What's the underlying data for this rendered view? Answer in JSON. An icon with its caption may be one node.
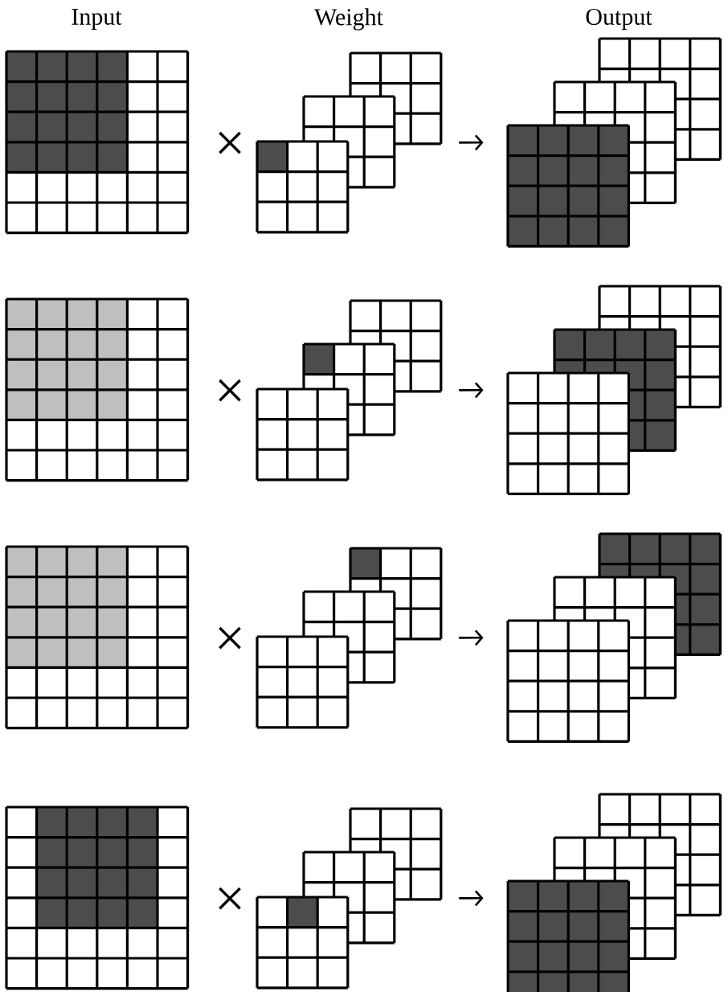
{
  "diagram": {
    "nodes": [
      {
        "text": [],
        "shape": "grid"
      },
      {
        "text": [],
        "shape": "grid"
      },
      {
        "text": [],
        "shape": "grid"
      },
      {
        "text": [],
        "shape": "grid"
      },
      {
        "text": [],
        "shape": "grid"
      },
      {
        "text": [],
        "shape": "grid"
      },
      {
        "text": [],
        "shape": "grid"
      },
      {
        "text": [],
        "shape": "grid"
      },
      {
        "text": [],
        "shape": "grid"
      },
      {
        "text": [],
        "shape": "grid"
      },
      {
        "text": [],
        "shape": "grid"
      },
      {
        "text": [],
        "shape": "grid"
      }
    ],
    "edges": [
      {
        "from": 1,
        "to": 2,
        "arrow": "to"
      },
      {
        "from": 4,
        "to": 5,
        "arrow": "to"
      },
      {
        "from": 7,
        "to": 8,
        "arrow": "to"
      },
      {
        "from": 10,
        "to": 11,
        "arrow": "to"
      }
    ],
    "labels": [
      "Input",
      "Weight",
      "Output",
      "×",
      "×",
      "×",
      "×"
    ]
  }
}
